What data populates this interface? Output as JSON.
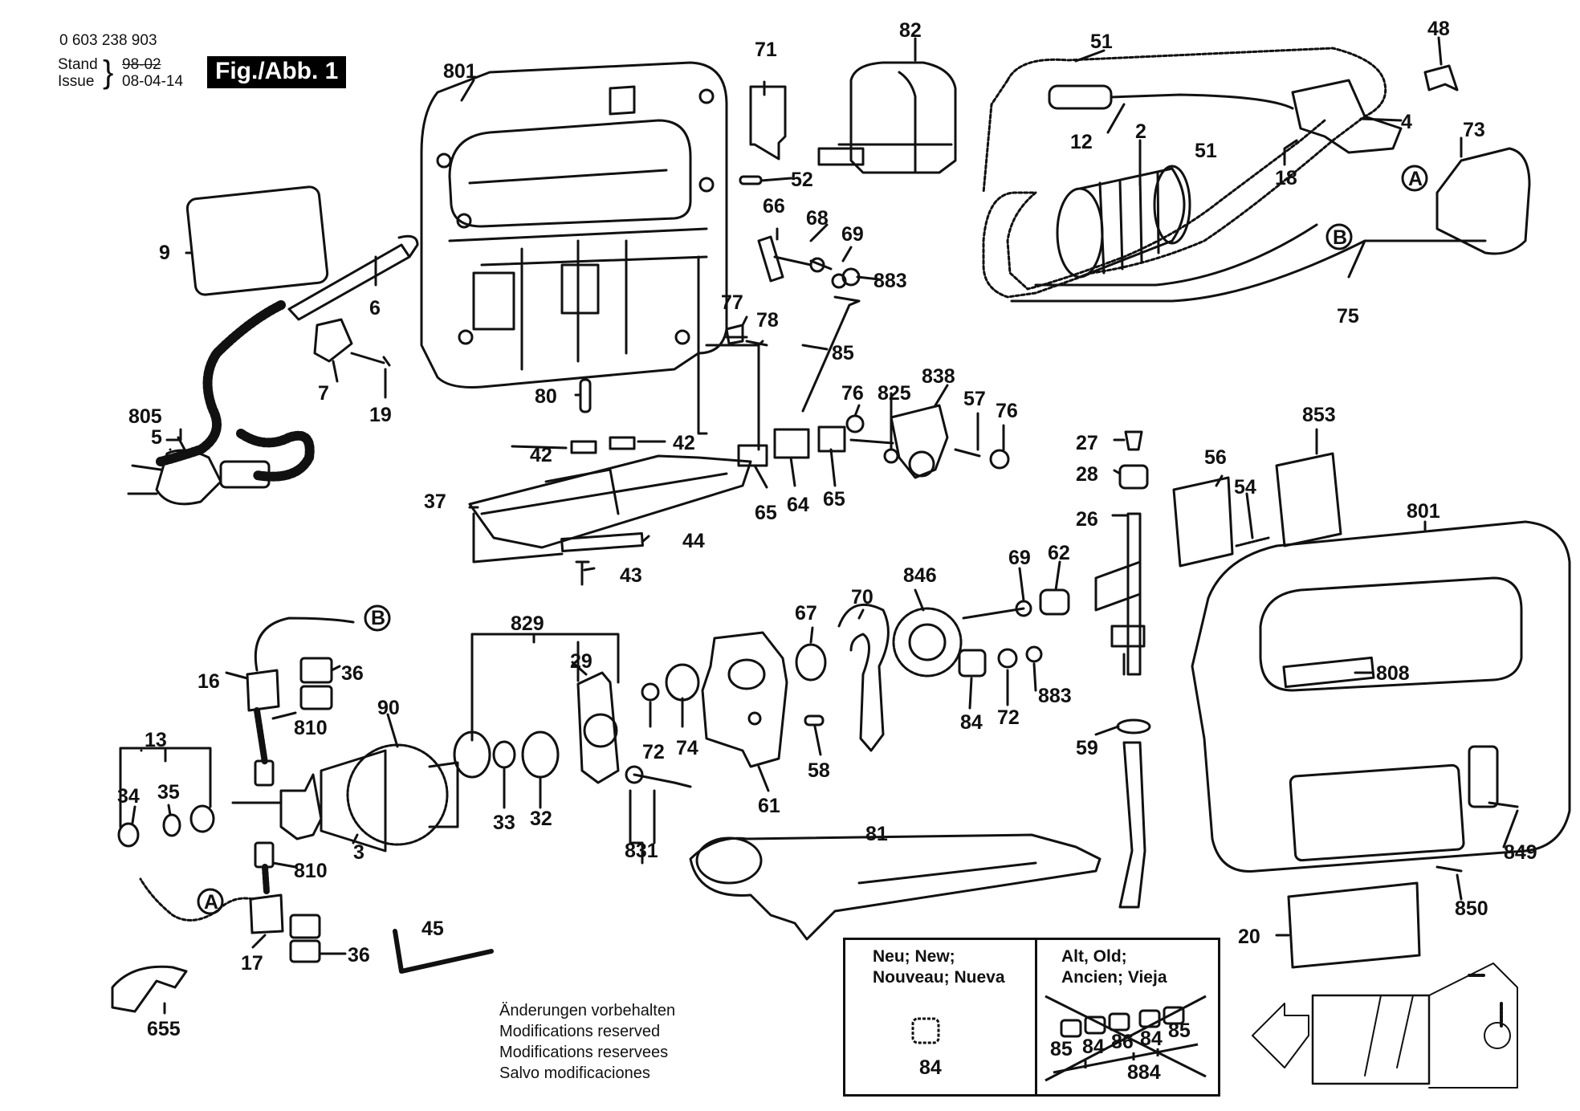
{
  "header": {
    "part_number": "0 603 238 903",
    "stand_label": "Stand",
    "stand_value": "98-02",
    "issue_label": "Issue",
    "issue_value": "08-04-14",
    "figure_title": "Fig./Abb. 1"
  },
  "callouts": {
    "c801a": "801",
    "c82": "82",
    "c71": "71",
    "c52": "52",
    "c51a": "51",
    "c51b": "51",
    "c48": "48",
    "c12": "12",
    "c2": "2",
    "c4": "4",
    "c18": "18",
    "c73": "73",
    "cA1": "A",
    "cB1": "B",
    "c75": "75",
    "c9": "9",
    "c6": "6",
    "c66": "66",
    "c68": "68",
    "c69a": "69",
    "c883a": "883",
    "c77": "77",
    "c78": "78",
    "c85": "85",
    "c7": "7",
    "c19": "19",
    "c805": "805",
    "c5": "5",
    "c80": "80",
    "c76a": "76",
    "c825": "825",
    "c838": "838",
    "c57": "57",
    "c76b": "76",
    "c42a": "42",
    "c42b": "42",
    "c37": "37",
    "c65a": "65",
    "c64": "64",
    "c65b": "65",
    "c44": "44",
    "c43": "43",
    "c27": "27",
    "c28": "28",
    "c26": "26",
    "c853": "853",
    "c56": "56",
    "c54": "54",
    "c801b": "801",
    "c69b": "69",
    "c62": "62",
    "c846": "846",
    "c70": "70",
    "c67": "67",
    "c829": "829",
    "c29": "29",
    "cB2": "B",
    "c16": "16",
    "c36a": "36",
    "c810a": "810",
    "c90": "90",
    "c13": "13",
    "c34": "34",
    "c35": "35",
    "c3": "3",
    "c33": "33",
    "c32": "32",
    "c72a": "72",
    "c74": "74",
    "c61": "61",
    "c58": "58",
    "c84a": "84",
    "c72b": "72",
    "c883b": "883",
    "c808": "808",
    "c59": "59",
    "c810b": "810",
    "cA2": "A",
    "c831": "831",
    "c81": "81",
    "c849": "849",
    "c850": "850",
    "c17": "17",
    "c36b": "36",
    "c45": "45",
    "c655": "655",
    "c20": "20"
  },
  "notes": {
    "line1": "Änderungen vorbehalten",
    "line2": "Modifications reserved",
    "line3": "Modifications reservees",
    "line4": "Salvo modificaciones"
  },
  "legend": {
    "new_line1": "Neu; New;",
    "new_line2": "Nouveau; Nueva",
    "new_part": "84",
    "old_line1": "Alt, Old;",
    "old_line2": "Ancien; Vieja",
    "old_85a": "85",
    "old_84a": "84",
    "old_86": "86",
    "old_84b": "84",
    "old_85b": "85",
    "old_884": "884"
  }
}
